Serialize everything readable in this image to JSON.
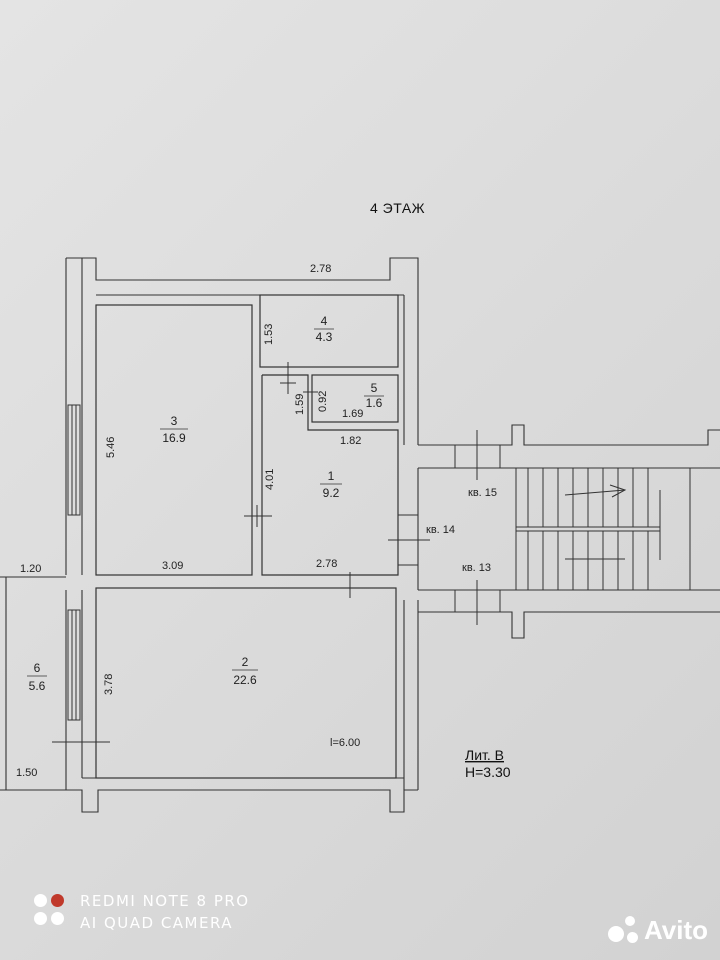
{
  "floor_title": "4 ЭТАЖ",
  "lit": {
    "line1": "Лит. В",
    "line2": "Н=3.30"
  },
  "rooms": [
    {
      "num": "1",
      "area": "9.2"
    },
    {
      "num": "2",
      "area": "22.6"
    },
    {
      "num": "3",
      "area": "16.9"
    },
    {
      "num": "4",
      "area": "4.3"
    },
    {
      "num": "5",
      "area": "1.6"
    },
    {
      "num": "6",
      "area": "5.6"
    }
  ],
  "stair_labels": {
    "a": "кв. 15",
    "b": "кв. 14",
    "c": "кв. 13"
  },
  "dims": {
    "top": "2.78",
    "r4_h": "1.53",
    "r5_h1": "1.59",
    "r5_h2": "0.92",
    "r5_w": "1.69",
    "r1_w_top": "1.82",
    "r1_h": "4.01",
    "r1_w_bot": "2.78",
    "r3_h": "5.46",
    "r3_w": "3.09",
    "r6_top": "1.20",
    "r6_bot": "1.50",
    "r2_h": "3.78",
    "r2_w": "l=6.00"
  },
  "watermark": {
    "line1": "REDMI NOTE 8 PRO",
    "line2": "AI QUAD CAMERA",
    "brand": "Avito"
  }
}
